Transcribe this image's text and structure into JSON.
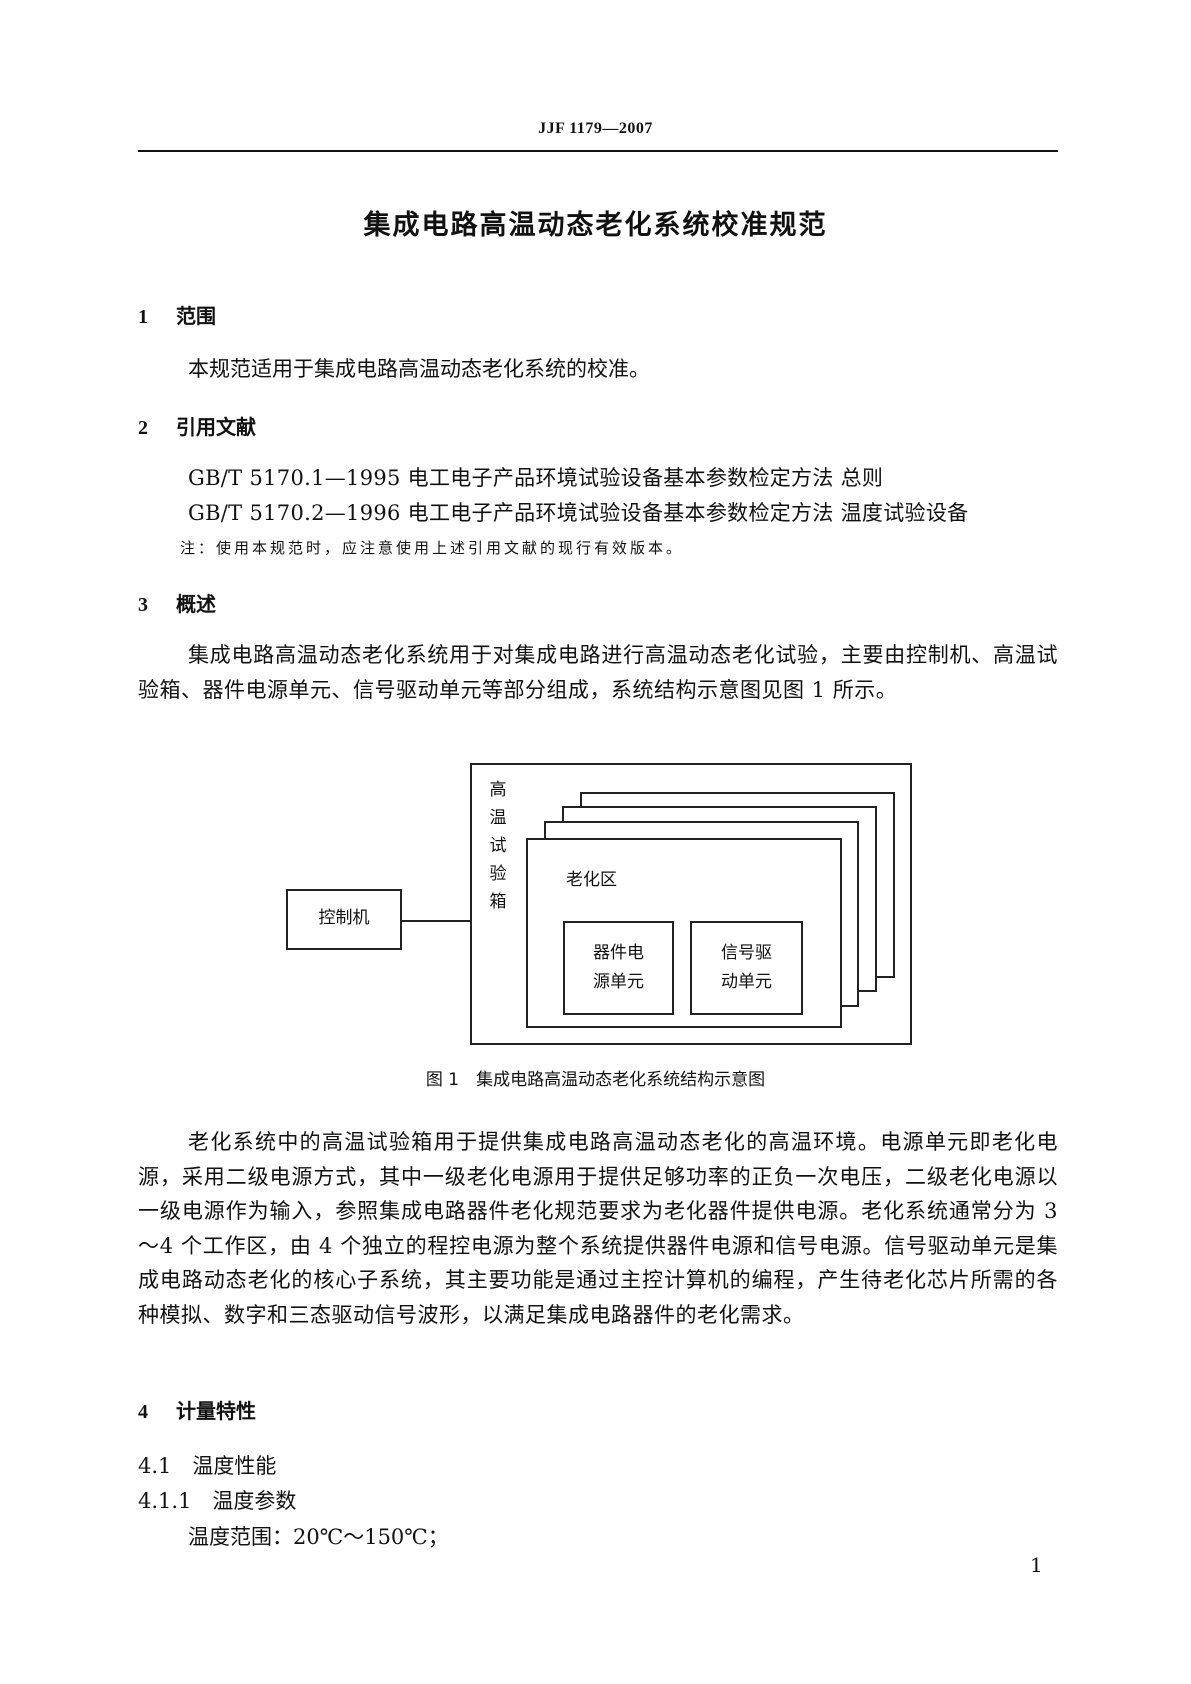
{
  "header": "JJF 1179—2007",
  "title": "集成电路高温动态老化系统校准规范",
  "sections": [
    {
      "num": "1",
      "title": "范围",
      "body": "本规范适用于集成电路高温动态老化系统的校准。"
    },
    {
      "num": "2",
      "title": "引用文献",
      "refs": [
        "GB/T 5170.1—1995 电工电子产品环境试验设备基本参数检定方法 总则",
        "GB/T 5170.2—1996 电工电子产品环境试验设备基本参数检定方法 温度试验设备"
      ],
      "note": "注：使用本规范时，应注意使用上述引用文献的现行有效版本。"
    },
    {
      "num": "3",
      "title": "概述",
      "body": "集成电路高温动态老化系统用于对集成电路进行高温动态老化试验，主要由控制机、高温试验箱、器件电源单元、信号驱动单元等部分组成，系统结构示意图见图 1 所示。",
      "body2": "老化系统中的高温试验箱用于提供集成电路高温动态老化的高温环境。电源单元即老化电源，采用二级电源方式，其中一级老化电源用于提供足够功率的正负一次电压，二级老化电源以一级电源作为输入，参照集成电路器件老化规范要求为老化器件提供电源。老化系统通常分为 3～4 个工作区，由 4 个独立的程控电源为整个系统提供器件电源和信号电源。信号驱动单元是集成电路动态老化的核心子系统，其主要功能是通过主控计算机的编程，产生待老化芯片所需的各种模拟、数字和三态驱动信号波形，以满足集成电路器件的老化需求。"
    },
    {
      "num": "4",
      "title": "计量特性",
      "sub1": "4.1　温度性能",
      "sub2": "4.1.1　温度参数",
      "line": "温度范围：20℃～150℃；"
    }
  ],
  "figure": {
    "controller": "控制机",
    "chamber_chars": [
      "高",
      "温",
      "试",
      "验",
      "箱"
    ],
    "zone": "老化区",
    "unit1_line1": "器件电",
    "unit1_line2": "源单元",
    "unit2_line1": "信号驱",
    "unit2_line2": "动单元",
    "caption": "图 1　集成电路高温动态老化系统结构示意图"
  },
  "page_number": "1"
}
